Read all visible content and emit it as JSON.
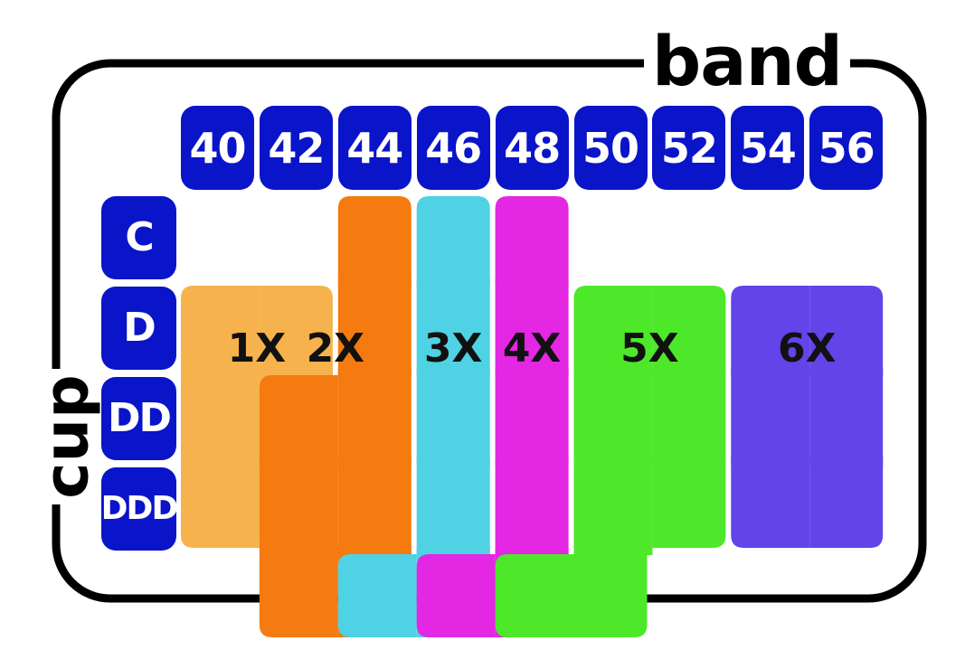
{
  "band_title": "band",
  "cup_title": "cup",
  "bands": [
    "40",
    "42",
    "44",
    "46",
    "48",
    "50",
    "52",
    "54",
    "56"
  ],
  "cups": [
    "C",
    "D",
    "DD",
    "DDD"
  ],
  "chip_color": "#0a14c8",
  "sizes": [
    {
      "label": "1X",
      "color": "#f6b24c",
      "cells": [
        [
          0,
          1
        ],
        [
          1,
          1
        ],
        [
          0,
          2
        ],
        [
          1,
          2
        ],
        [
          0,
          3
        ],
        [
          1,
          3
        ]
      ]
    },
    {
      "label": "2X",
      "color": "#f57a10",
      "cells": [
        [
          2,
          0
        ],
        [
          2,
          1
        ],
        [
          1,
          2
        ],
        [
          2,
          2
        ],
        [
          1,
          3
        ],
        [
          2,
          3
        ],
        [
          1,
          4
        ],
        [
          2,
          4
        ]
      ]
    },
    {
      "label": "3X",
      "color": "#4fd2e3",
      "cells": [
        [
          3,
          0
        ],
        [
          3,
          1
        ],
        [
          3,
          2
        ],
        [
          3,
          3
        ],
        [
          2,
          4
        ],
        [
          3,
          4
        ]
      ]
    },
    {
      "label": "4X",
      "color": "#e427e2",
      "cells": [
        [
          4,
          0
        ],
        [
          4,
          1
        ],
        [
          4,
          2
        ],
        [
          4,
          3
        ],
        [
          3,
          4
        ],
        [
          4,
          4
        ]
      ]
    },
    {
      "label": "5X",
      "color": "#4de82a",
      "cells": [
        [
          5,
          1
        ],
        [
          6,
          1
        ],
        [
          5,
          2
        ],
        [
          6,
          2
        ],
        [
          5,
          3
        ],
        [
          6,
          3
        ],
        [
          4,
          4
        ],
        [
          5,
          4
        ]
      ]
    },
    {
      "label": "6X",
      "color": "#6244e8",
      "cells": [
        [
          7,
          1
        ],
        [
          8,
          1
        ],
        [
          7,
          2
        ],
        [
          8,
          2
        ],
        [
          7,
          3
        ],
        [
          8,
          3
        ]
      ]
    }
  ]
}
